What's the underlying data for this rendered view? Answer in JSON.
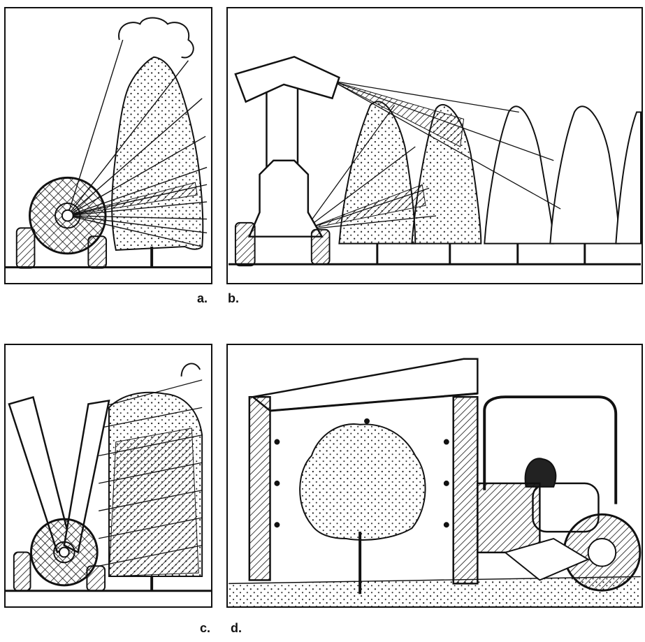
{
  "figure": {
    "labels": {
      "a": "a.",
      "b": "b.",
      "c": "c.",
      "d": "d."
    }
  },
  "colors": {
    "ink": "#111111",
    "paper": "#ffffff"
  },
  "panels": {
    "a": {
      "subject": "radial-fan-sprayer-single-tree"
    },
    "b": {
      "subject": "tower-sprayer-row-of-trees"
    },
    "c": {
      "subject": "twin-tower-fan-sprayer-single-tree"
    },
    "d": {
      "subject": "tunnel-sprayer-tractor-straddling-tree"
    }
  }
}
